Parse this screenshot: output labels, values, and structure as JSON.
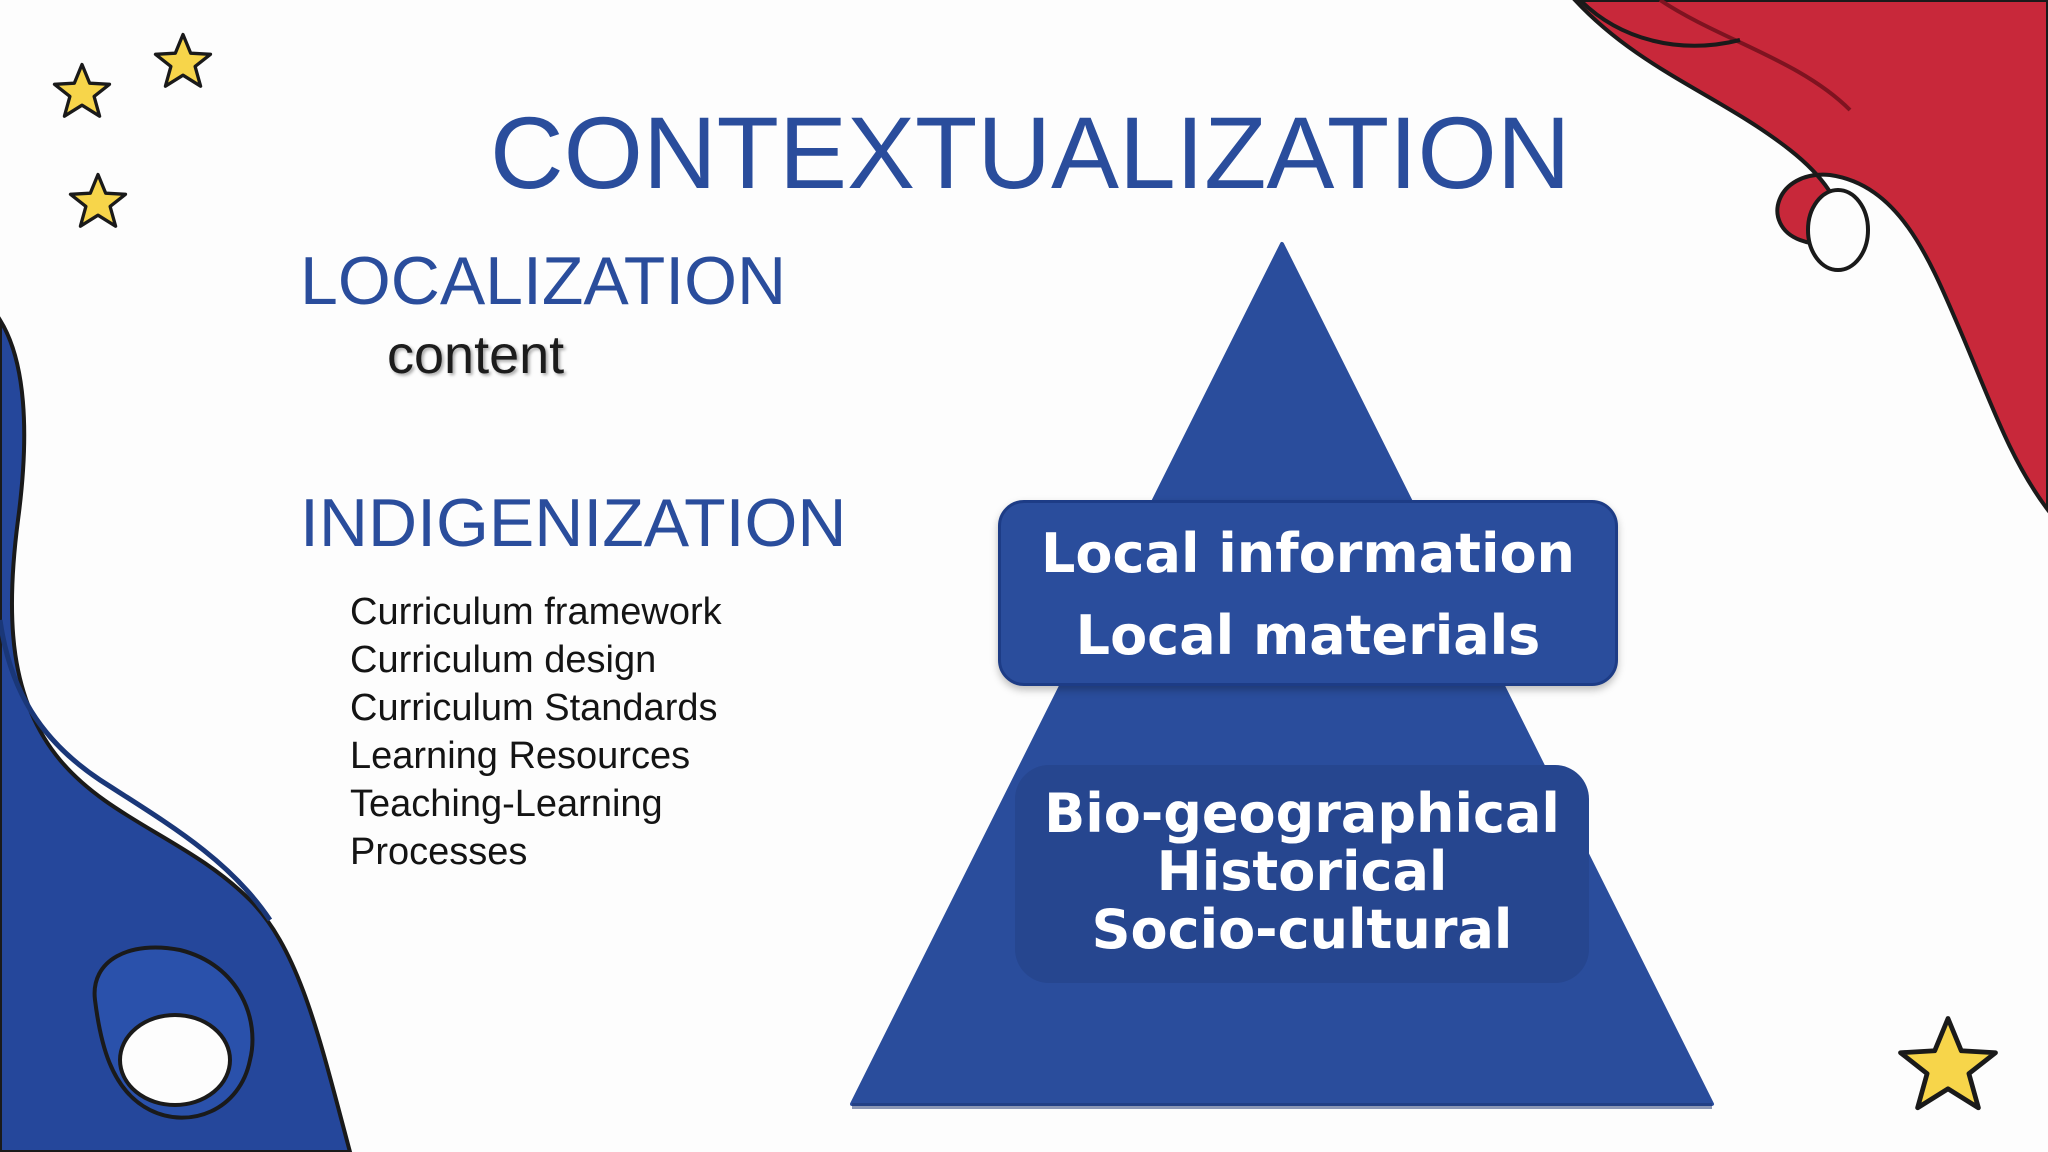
{
  "slide": {
    "title": "CONTEXTUALIZATION",
    "localization": {
      "heading": "LOCALIZATION",
      "sub": "content"
    },
    "indigenization": {
      "heading": "INDIGENIZATION",
      "items": [
        "Curriculum framework",
        "Curriculum design",
        "Curriculum Standards",
        "Learning Resources",
        "Teaching-Learning",
        "Processes"
      ]
    },
    "pyramid": {
      "top_box": [
        "Local information",
        "Local materials"
      ],
      "bottom_box": [
        "Bio-geographical",
        "Historical",
        "Socio-cultural"
      ]
    }
  },
  "colors": {
    "title_blue": "#2a4d9c",
    "pyramid_blue": "#2a4d9c",
    "red_decor": "#c8283a",
    "blue_decor": "#25479b",
    "star_yellow": "#f7d54a"
  },
  "icons": [
    "star-icon",
    "red-wave-decoration",
    "blue-wave-decoration"
  ]
}
